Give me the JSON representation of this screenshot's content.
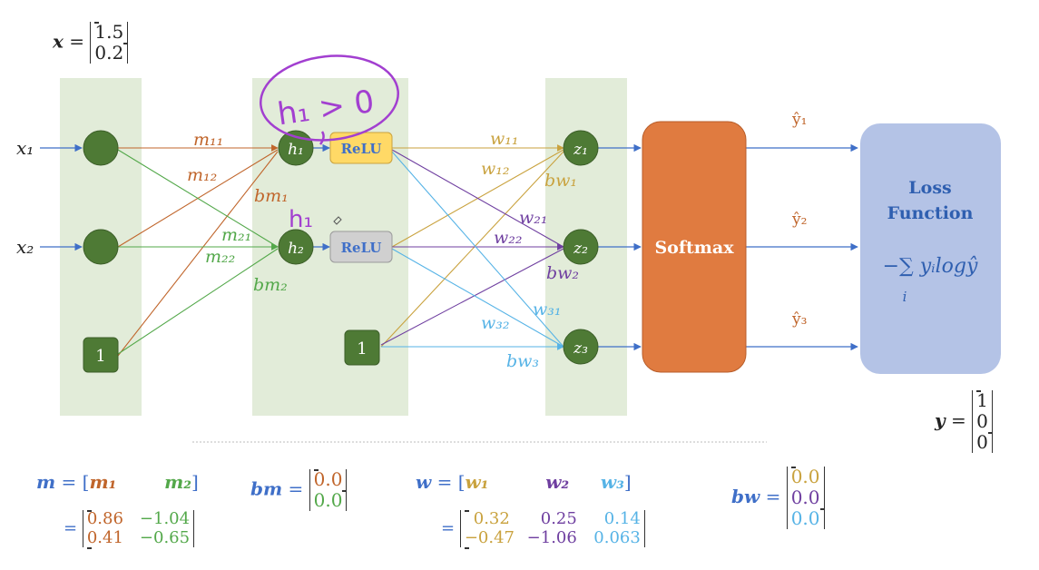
{
  "input_vector": {
    "label": "x",
    "values": [
      "1.5",
      "0.2"
    ]
  },
  "target_vector": {
    "label": "y",
    "values": [
      "1",
      "0",
      "0"
    ]
  },
  "inputs": [
    "x₁",
    "x₂"
  ],
  "bias_label": "1",
  "hidden_nodes": [
    "h₁",
    "h₂"
  ],
  "activation": "ReLU",
  "output_nodes": [
    "z₁",
    "z₂",
    "z₃"
  ],
  "softmax_label": "Softmax",
  "predictions": [
    "ŷ₁",
    "ŷ₂",
    "ŷ₃"
  ],
  "loss": {
    "title_line1": "Loss",
    "title_line2": "Function",
    "formula": "−∑ yᵢlogŷ",
    "index": "i"
  },
  "edge_labels": {
    "m11": "m₁₁",
    "m12": "m₁₂",
    "m21": "m₂₁",
    "m22": "m₂₂",
    "bm1": "bm₁",
    "bm2": "bm₂",
    "w11": "w₁₁",
    "w12": "w₁₂",
    "w21": "w₂₁",
    "w22": "w₂₂",
    "w31": "w₃₁",
    "w32": "w₃₂",
    "bw1": "bw₁",
    "bw2": "bw₂",
    "bw3": "bw₃"
  },
  "handwriting": {
    "note1": "h₁ > 0",
    "note2": "h₁"
  },
  "m_matrix": {
    "label": "m",
    "cols": [
      "m₁",
      "m₂"
    ],
    "row1": [
      "0.86",
      "−1.04"
    ],
    "row2": [
      "0.41",
      "−0.65"
    ]
  },
  "bm_vector": {
    "label": "bm",
    "values": [
      "0.0",
      "0.0"
    ]
  },
  "w_matrix": {
    "label": "w",
    "cols": [
      "w₁",
      "w₂",
      "w₃"
    ],
    "row1": [
      "0.32",
      "0.25",
      "0.14"
    ],
    "row2": [
      "−0.47",
      "−1.06",
      "0.063"
    ]
  },
  "bw_vector": {
    "label": "bw",
    "values": [
      "0.0",
      "0.0",
      "0.0"
    ]
  },
  "colors": {
    "panel": "#e2ecd9",
    "node": "#4e7a35",
    "relu1": "#ffd966",
    "relu2": "#d0d0d0",
    "softmax": "#e07b40",
    "loss_box": "#b4c3e6",
    "m1": "#c0652b",
    "m2": "#53a84a",
    "w1": "#c9a23e",
    "w2": "#6f3fa0",
    "w3": "#56b3e6",
    "blue": "#3f6fc8",
    "pen": "#a23fd0"
  }
}
